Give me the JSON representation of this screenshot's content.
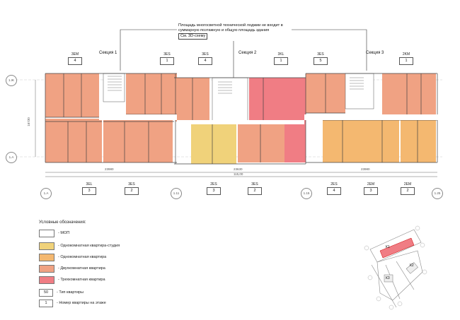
{
  "note": {
    "line1": "Площадь многосветной технической лоджии не входит в",
    "line2": "суммарную поэтажную и общую площадь здания",
    "line3": "См. 3D-схему"
  },
  "sections": [
    "Секция 1",
    "Секция 2",
    "Секция 3"
  ],
  "top_tags": [
    {
      "type": "3EM",
      "num": "4"
    },
    {
      "type": "3ES",
      "num": "1"
    },
    {
      "type": "3ES",
      "num": "4"
    },
    {
      "type": "3KL",
      "num": "1"
    },
    {
      "type": "3ES",
      "num": "5"
    },
    {
      "type": "2KM",
      "num": "1"
    }
  ],
  "bottom_tags": [
    {
      "type": "3EL",
      "num": "3"
    },
    {
      "type": "3ES",
      "num": "2"
    },
    {
      "type": "2ES",
      "num": "3"
    },
    {
      "type": "3ES",
      "num": "2"
    },
    {
      "type": "2ES",
      "num": "4"
    },
    {
      "type": "2EM",
      "num": "3"
    },
    {
      "type": "2EM",
      "num": "2"
    }
  ],
  "dims": {
    "left": "23980",
    "middle": "23630",
    "right": "23980",
    "total": "115,00",
    "height": "16730"
  },
  "axes": {
    "row_top": "1.Ж",
    "row_bottom": "1.А",
    "col": [
      "1.А",
      "1.11",
      "1.15",
      "1.25"
    ]
  },
  "legend": {
    "title": "Условные обозначения:",
    "items": [
      {
        "label": "- МОП",
        "color": "#ffffff"
      },
      {
        "label": "- Однокомнатная квартира-студия",
        "color": "#f0d27a"
      },
      {
        "label": "- Однокомнатная квартира",
        "color": "#f4b870"
      },
      {
        "label": "- Двухкомнатная квартира",
        "color": "#f0a283"
      },
      {
        "label": "- Трехкомнатная квартира",
        "color": "#f07d84"
      }
    ],
    "type_label": {
      "box": "50",
      "text": "- Тип квартиры"
    },
    "num_label": {
      "box": "1",
      "text": "- Номер квартиры на этаже"
    }
  },
  "keyplan": {
    "k1": "К1",
    "k2": "К2",
    "k3": "К3"
  }
}
